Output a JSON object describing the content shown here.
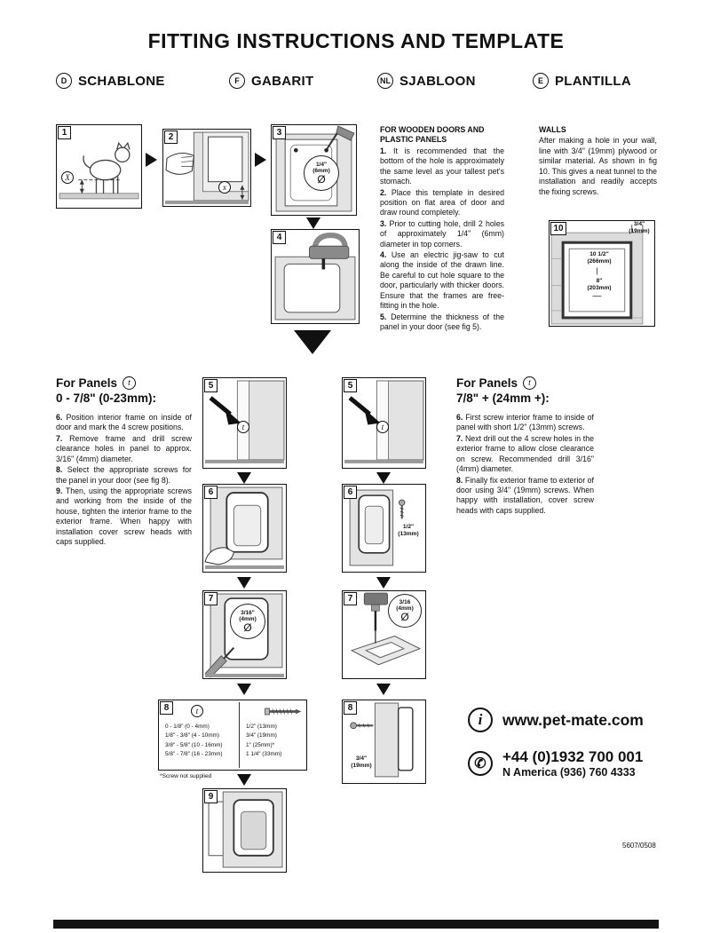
{
  "page": {
    "title": "FITTING INSTRUCTIONS AND TEMPLATE",
    "doc_code": "5607/0508"
  },
  "languages": [
    {
      "code": "D",
      "label": "SCHABLONE"
    },
    {
      "code": "F",
      "label": "GABARIT"
    },
    {
      "code": "NL",
      "label": "SJABLOON"
    },
    {
      "code": "E",
      "label": "PLANTILLA"
    }
  ],
  "wooden_doors": {
    "title": "FOR WOODEN DOORS AND PLASTIC PANELS",
    "steps": [
      {
        "num": "1.",
        "text": "It is recommended that the bottom of the hole is approximately the same level as your tallest pet's stomach."
      },
      {
        "num": "2.",
        "text": "Place this template in desired position on flat area of door and draw round completely."
      },
      {
        "num": "3.",
        "text": "Prior to cutting hole, drill 2 holes of approximately 1/4\" (6mm) diameter in top corners."
      },
      {
        "num": "4.",
        "text": "Use an electric jig-saw to cut along the inside of the drawn line. Be careful to cut hole square to the door, particularly with thicker doors. Ensure that the frames are free-fitting in the hole."
      },
      {
        "num": "5.",
        "text": "Determine the thickness of the panel in your door (see fig 5)."
      }
    ]
  },
  "walls": {
    "title": "WALLS",
    "text": "After making a hole in your wall, line with 3/4\" (19mm) plywood or similar material. As shown in fig 10. This gives a neat tunnel to the installation and readily accepts the fixing screws."
  },
  "panels_thin": {
    "heading": "For Panels",
    "marker": "t",
    "range": "0 - 7/8\" (0-23mm):",
    "steps": [
      {
        "num": "6.",
        "text": "Position interior frame on inside of door and mark the 4 screw positions."
      },
      {
        "num": "7.",
        "text": "Remove frame and drill screw clearance holes in panel to approx. 3/16\" (4mm) diameter."
      },
      {
        "num": "8.",
        "text": "Select the appropriate screws for the panel in your door (see fig 8)."
      },
      {
        "num": "9.",
        "text": "Then, using the appropriate screws and working from the inside of the house, tighten the interior frame to the exterior frame. When happy with installation cover screw heads with caps supplied."
      }
    ]
  },
  "panels_thick": {
    "heading": "For Panels",
    "marker": "t",
    "range": "7/8\" + (24mm +):",
    "steps": [
      {
        "num": "6.",
        "text": "First screw interior frame to inside of panel with short 1/2\" (13mm) screws."
      },
      {
        "num": "7.",
        "text": "Next drill out the 4 screw holes in the exterior frame to allow close clearance on screw. Recommended drill 3/16\" (4mm) diameter."
      },
      {
        "num": "8.",
        "text": "Finally fix exterior frame to exterior of door using 3/4\" (19mm) screws. When happy with installation, cover screw heads with caps supplied."
      }
    ]
  },
  "figures": {
    "fig1": {
      "num": "1",
      "marker": "X"
    },
    "fig2": {
      "num": "2",
      "marker": "x"
    },
    "fig3": {
      "num": "3",
      "callout": {
        "size": "1/4\"",
        "mm": "(6mm)",
        "symbol": "Ø"
      }
    },
    "fig4": {
      "num": "4"
    },
    "fig5_left": {
      "num": "5",
      "marker": "t"
    },
    "fig5_right": {
      "num": "5",
      "marker": "t"
    },
    "fig6_left": {
      "num": "6"
    },
    "fig6_right": {
      "num": "6",
      "callout": {
        "size": "1/2\"",
        "mm": "(13mm)"
      }
    },
    "fig7_left": {
      "num": "7",
      "callout": {
        "size": "3/16\"",
        "mm": "(4mm)",
        "symbol": "Ø"
      }
    },
    "fig7_right": {
      "num": "7",
      "callout": {
        "size": "3/16",
        "mm": "(4mm)",
        "symbol": "Ø"
      }
    },
    "fig8_table": {
      "num": "8",
      "marker": "t",
      "rows": [
        {
          "panel": "0 - 1/8\" (0 - 4mm)",
          "screw": "1/2\" (13mm)"
        },
        {
          "panel": "1/8\" - 3/8\" (4 - 10mm)",
          "screw": "3/4\" (19mm)"
        },
        {
          "panel": "3/8\" - 5/8\" (10 - 16mm)",
          "screw": "1\" (25mm)*"
        },
        {
          "panel": "5/8\" - 7/8\" (16 - 23mm)",
          "screw": "1 1/4\" (33mm)"
        }
      ],
      "footnote": "*Screw not supplied"
    },
    "fig8_right": {
      "num": "8",
      "callout": {
        "size": "3/4\"",
        "mm": "(19mm)"
      }
    },
    "fig9": {
      "num": "9"
    },
    "fig10": {
      "num": "10",
      "depth": {
        "size": "3/4\"",
        "mm": "(19mm)"
      },
      "height": {
        "size": "10 1/2\"",
        "mm": "(266mm)"
      },
      "width": {
        "size": "8\"",
        "mm": "(203mm)"
      }
    }
  },
  "contact": {
    "website": "www.pet-mate.com",
    "phone_uk": "+44 (0)1932 700 001",
    "phone_na": "N America (936) 760 4333",
    "info_icon": "i",
    "phone_icon": "✆"
  }
}
